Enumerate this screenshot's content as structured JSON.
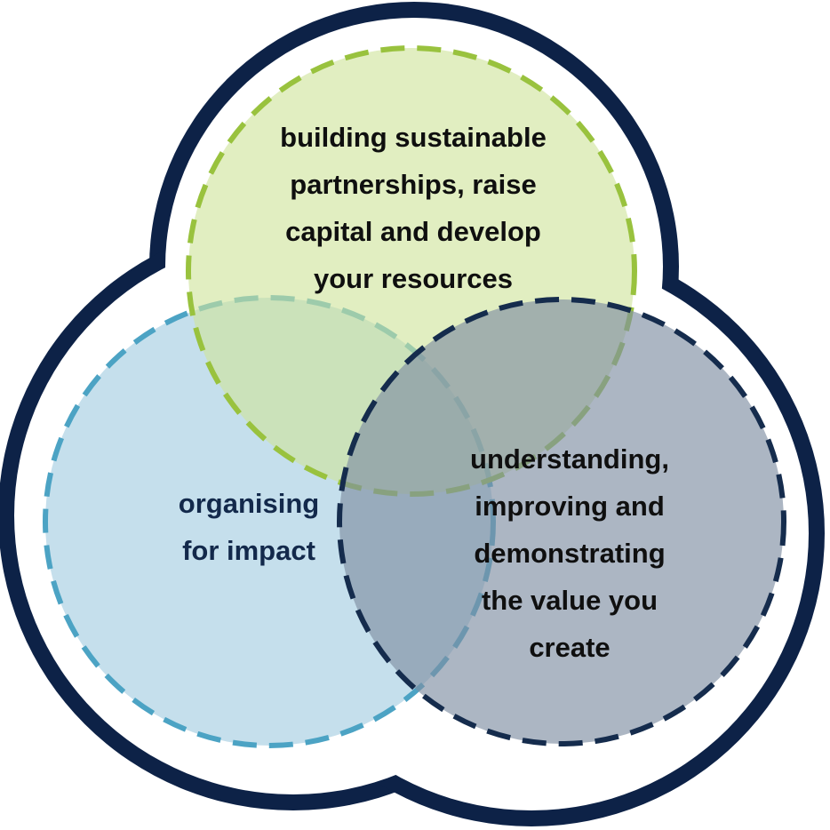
{
  "venn": {
    "top_circle": {
      "lines": [
        "building sustainable",
        "partnerships, raise",
        "capital and develop",
        "your resources"
      ],
      "fill": "#cfe39b",
      "stroke": "#99c23e"
    },
    "left_circle": {
      "lines": [
        "organising",
        "for impact"
      ],
      "fill": "#aed2e4",
      "stroke": "#4ca3c4"
    },
    "right_circle": {
      "lines": [
        "understanding,",
        "improving and",
        "demonstrating",
        "the value you",
        "create"
      ],
      "fill": "#7f8fa3",
      "stroke": "#152c4d"
    },
    "outline_color": "#0d2247"
  }
}
